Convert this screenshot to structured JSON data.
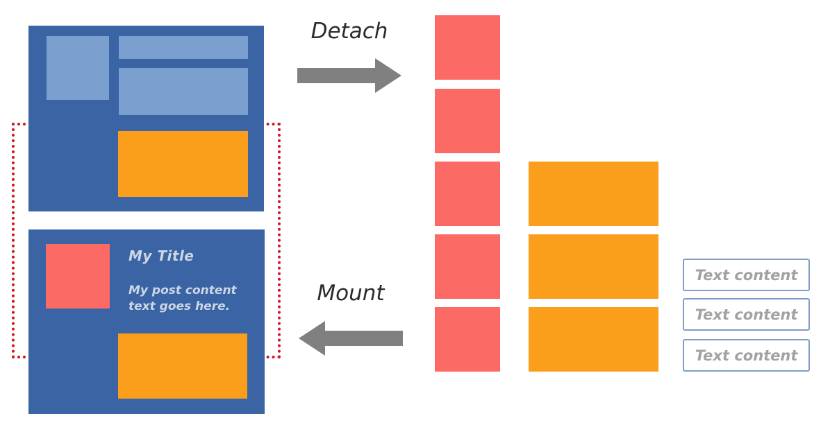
{
  "labels": {
    "detach": "Detach",
    "mount": "Mount"
  },
  "post_page": {
    "title": "My Title",
    "body": "My post content text goes here."
  },
  "text_boxes": [
    "Text content",
    "Text content",
    "Text content"
  ],
  "colors": {
    "page-blue": "#3A64A4",
    "placeholder-blue": "#7BA0D0",
    "block-orange": "#FB9E1B",
    "block-red": "#FC6A65",
    "dotted-red": "#D0131E",
    "arrow-gray": "#808080",
    "flow-label": "#2B2B2B",
    "page-text": "#CDD7E6",
    "textbox-border": "#7E9CC9",
    "textbox-text": "#A2A2A2"
  }
}
